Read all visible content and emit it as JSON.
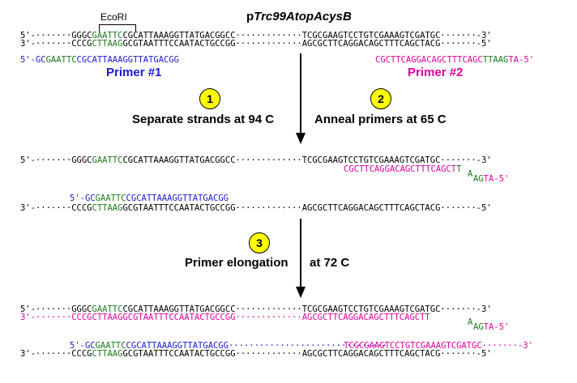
{
  "title_prefix": "p",
  "title_italic": "Trc99AtopAcysB",
  "ecori": "EcoRI",
  "primer1_label": "Primer #1",
  "primer2_label": "Primer #2",
  "steps": {
    "s1_num": "1",
    "s1_text": "Separate strands at 94 C",
    "s2_num": "2",
    "s2_text": "Anneal primers at 65 C",
    "s3_num": "3",
    "s3_text": "Primer elongation",
    "s3_temp": "at 72 C"
  },
  "seq": {
    "top5_pre": "5'-·······GGGC",
    "top5_eco": "GAATTC",
    "top5_mid": "CGCATTAAAGGTTATGACGGCC·············TCGCGAAGTCCTGTCGAAAGTCGATGC·······-3'",
    "bot3_pre": "3'-·······CCCG",
    "bot3_eco": "CTTAAG",
    "bot3_mid": "GCGTAATTTCCAATACTGCCGG·············AGCGCTTCAGGACAGCTTTCAGCTACG·······-5'",
    "p1_a": "5'-GC",
    "p1_eco": "GAATTC",
    "p1_b": "CGCATTAAAGGTTATGACGG",
    "p2_a": "CGCTTCAGGACAGCTTTCAGC",
    "p2_eco": "TTAAG",
    "p2_b": "TA-5'",
    "p2_a2": "CGCTTCAGGACAGCTTTCAGCT",
    "p2_t1": "T",
    "p2_t2": "A",
    "p2_t3": "AG",
    "bot3_rev_tail": "AGCGCTTCAGGACAGCTTTCAGCTACG·······-5'",
    "mag_pre": "3'-·······CCCG",
    "mag_mid": "CTTAAGGCGTAATTTCCAATACTGCCGG·············AGCGCTTCAGGACAGCTTTCAGCT",
    "blue_ext": "·······························"
  }
}
